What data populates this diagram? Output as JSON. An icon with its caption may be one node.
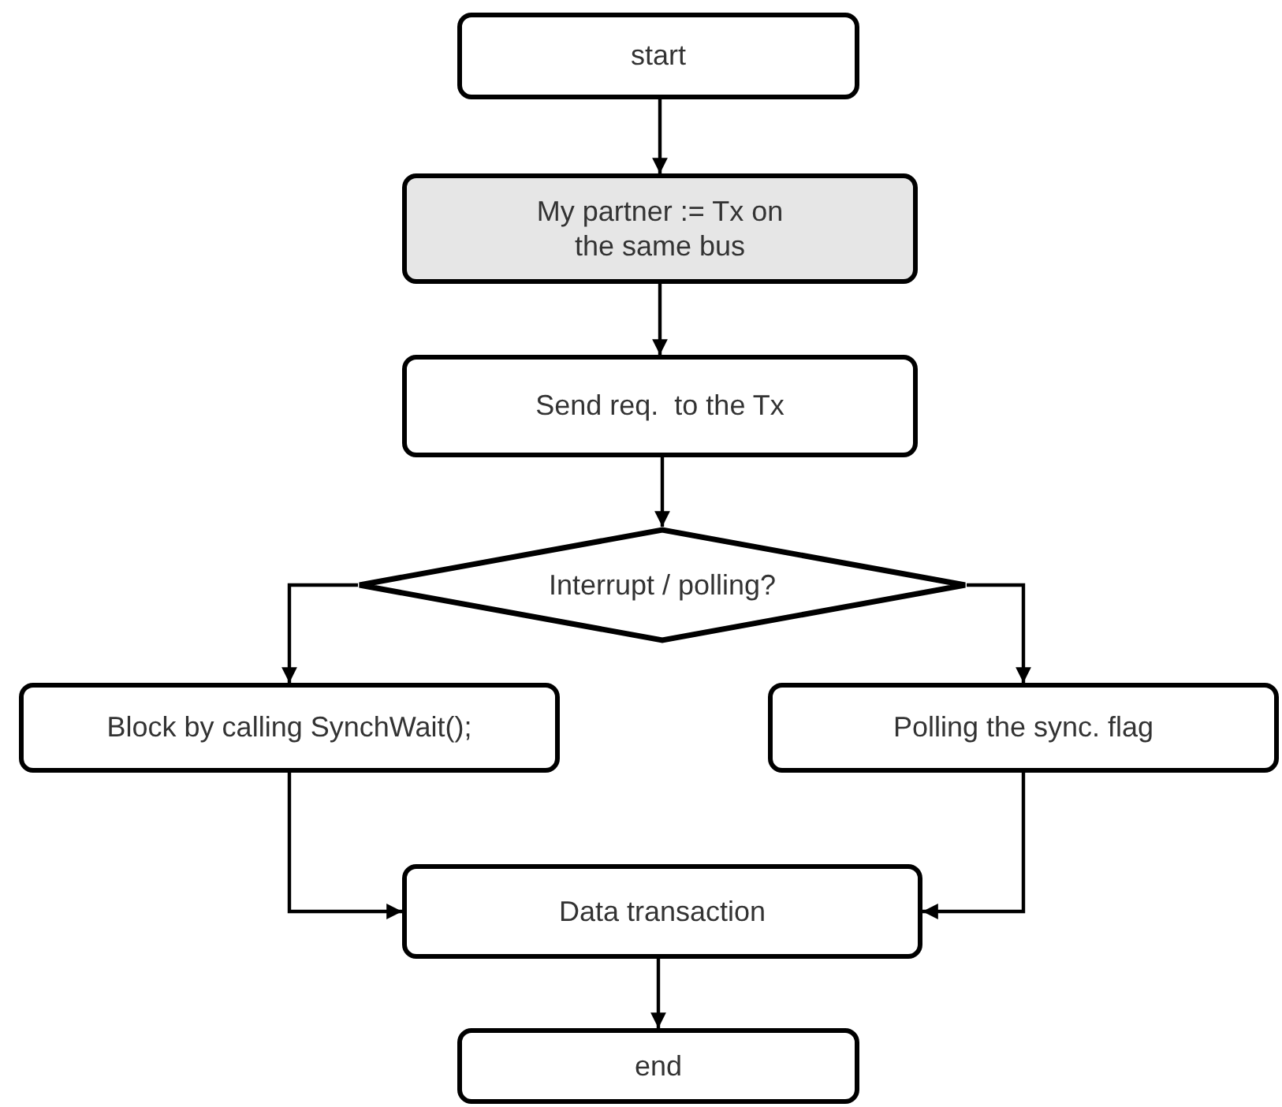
{
  "diagram": {
    "nodes": [
      {
        "text": [
          "start"
        ]
      },
      {
        "text": [
          "My partner := Tx on the same bus"
        ]
      },
      {
        "text": [
          "Send req.  to the Tx"
        ]
      },
      {
        "text": [
          "Interrupt / polling?"
        ]
      },
      {
        "text": [
          "Block by calling SynchWait();"
        ]
      },
      {
        "text": [
          "Polling the sync. flag"
        ]
      },
      {
        "text": [
          "Data transaction"
        ]
      },
      {
        "text": [
          "end"
        ]
      }
    ],
    "edges": [
      {
        "from": 0,
        "to": 1,
        "arrow": "to"
      },
      {
        "from": 1,
        "to": 2,
        "arrow": "to"
      },
      {
        "from": 2,
        "to": 3,
        "arrow": "to"
      },
      {
        "from": 3,
        "to": 4,
        "arrow": "to"
      },
      {
        "from": 3,
        "to": 5,
        "arrow": "to"
      },
      {
        "from": 4,
        "to": 6,
        "arrow": "to"
      },
      {
        "from": 5,
        "to": 6,
        "arrow": "to"
      },
      {
        "from": 6,
        "to": 7,
        "arrow": "to"
      }
    ]
  }
}
